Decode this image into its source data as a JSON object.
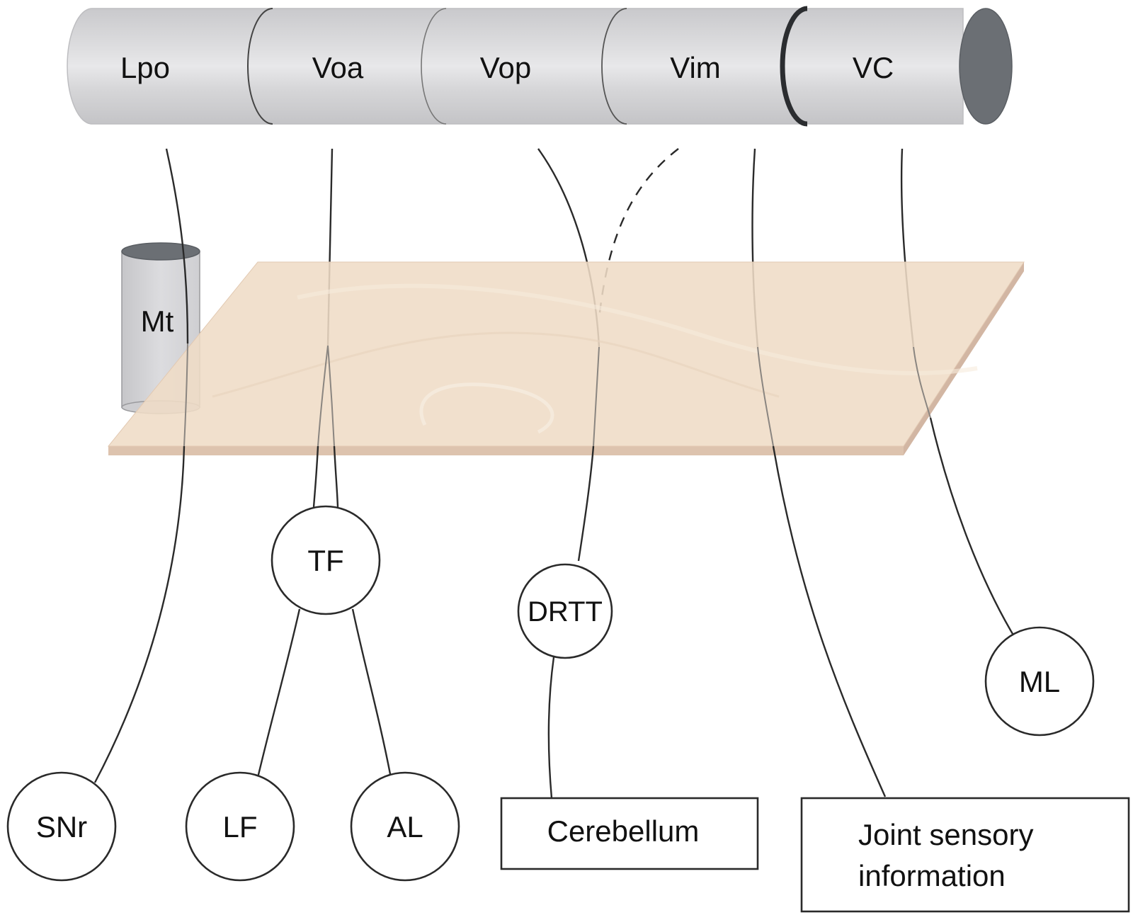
{
  "electrode_segments": [
    "Lpo",
    "Voa",
    "Vop",
    "Vim",
    "VC"
  ],
  "mt_label": "Mt",
  "nodes": {
    "tf": "TF",
    "drtt": "DRTT",
    "ml": "ML",
    "snr": "SNr",
    "lf": "LF",
    "al": "AL"
  },
  "boxes": {
    "cerebellum": "Cerebellum",
    "joint_line1": "Joint sensory",
    "joint_line2": "information"
  },
  "colors": {
    "cylinder": "#d4d4d6",
    "cylinder_highlight": "#e6e6e8",
    "cylinder_cap": "#6b6f74",
    "plane": "#efdcc6",
    "plane_edge": "#d9bfa8",
    "line": "#2a2a2a"
  }
}
